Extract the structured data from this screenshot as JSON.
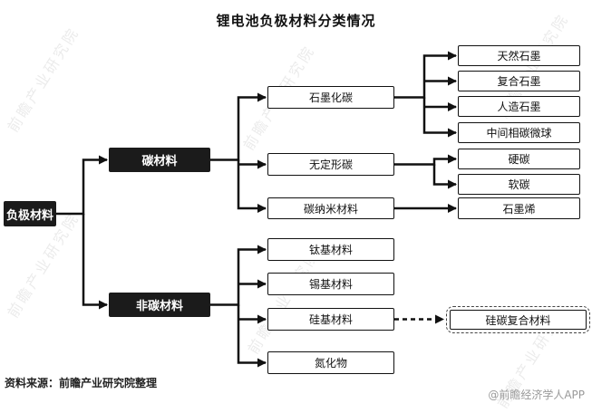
{
  "title": "锂电池负极材料分类情况",
  "watermark": "前瞻产业研究院",
  "footer": {
    "source": "资料来源：前瞻产业研究院整理",
    "credit": "@前瞻经济学人APP"
  },
  "nodes": {
    "root": "负极材料",
    "carbon": "碳材料",
    "non_carbon": "非碳材料",
    "graphitized_carbon": "石墨化碳",
    "amorphous_carbon": "无定形碳",
    "carbon_nano": "碳纳米材料",
    "natural_graphite": "天然石墨",
    "composite_graphite": "复合石墨",
    "artificial_graphite": "人造石墨",
    "mcmb": "中间相碳微球",
    "hard_carbon": "硬碳",
    "soft_carbon": "软碳",
    "graphene": "石墨烯",
    "titanium_based": "钛基材料",
    "tin_based": "锡基材料",
    "silicon_based": "硅基材料",
    "nitride": "氮化物",
    "silicon_carbon_composite": "硅碳复合材料"
  },
  "hierarchy": {
    "负极材料": [
      "碳材料",
      "非碳材料"
    ],
    "碳材料": [
      "石墨化碳",
      "无定形碳",
      "碳纳米材料"
    ],
    "石墨化碳": [
      "天然石墨",
      "复合石墨",
      "人造石墨",
      "中间相碳微球"
    ],
    "无定形碳": [
      "硬碳",
      "软碳"
    ],
    "碳纳米材料": [
      "石墨烯"
    ],
    "非碳材料": [
      "钛基材料",
      "锡基材料",
      "硅基材料",
      "氮化物"
    ],
    "硅基材料": [
      "硅碳复合材料"
    ]
  },
  "colors": {
    "node_dark_bg": "#1b1b1b",
    "node_light_bg": "#ffffff",
    "line": "#111111"
  }
}
